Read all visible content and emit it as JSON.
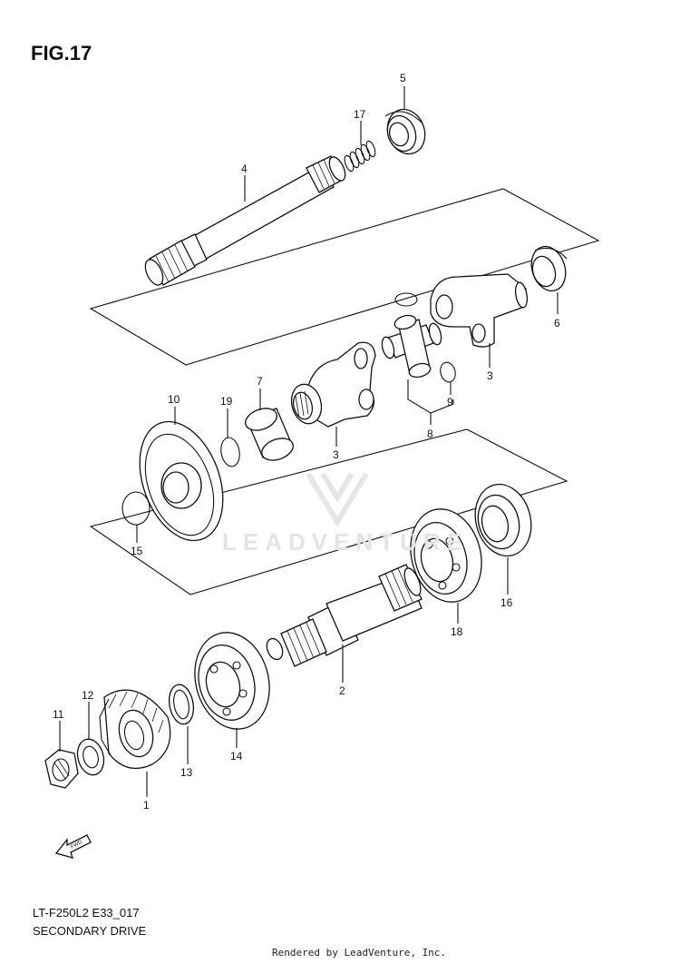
{
  "figure": {
    "title": "FIG.17",
    "drawing_code": "LT-F250L2 E33_017",
    "drawing_name": "SECONDARY DRIVE"
  },
  "footer": {
    "text": "Rendered by LeadVenture, Inc."
  },
  "watermark": {
    "text": "LEADVENTURE"
  },
  "direction_badge": {
    "text": "FWD"
  },
  "callouts": [
    {
      "id": "c5",
      "label": "5"
    },
    {
      "id": "c17",
      "label": "17"
    },
    {
      "id": "c4",
      "label": "4"
    },
    {
      "id": "c6",
      "label": "6"
    },
    {
      "id": "c3a",
      "label": "3"
    },
    {
      "id": "c9",
      "label": "9"
    },
    {
      "id": "c8",
      "label": "8"
    },
    {
      "id": "c3b",
      "label": "3"
    },
    {
      "id": "c10",
      "label": "10"
    },
    {
      "id": "c19",
      "label": "19"
    },
    {
      "id": "c7",
      "label": "7"
    },
    {
      "id": "c15",
      "label": "15"
    },
    {
      "id": "c16",
      "label": "16"
    },
    {
      "id": "c18",
      "label": "18"
    },
    {
      "id": "c2",
      "label": "2"
    },
    {
      "id": "c14",
      "label": "14"
    },
    {
      "id": "c13",
      "label": "13"
    },
    {
      "id": "c12",
      "label": "12"
    },
    {
      "id": "c11",
      "label": "11"
    },
    {
      "id": "c1",
      "label": "1"
    }
  ],
  "colors": {
    "ink": "#111111",
    "paper": "#ffffff",
    "watermark": "#e4e4e4"
  }
}
